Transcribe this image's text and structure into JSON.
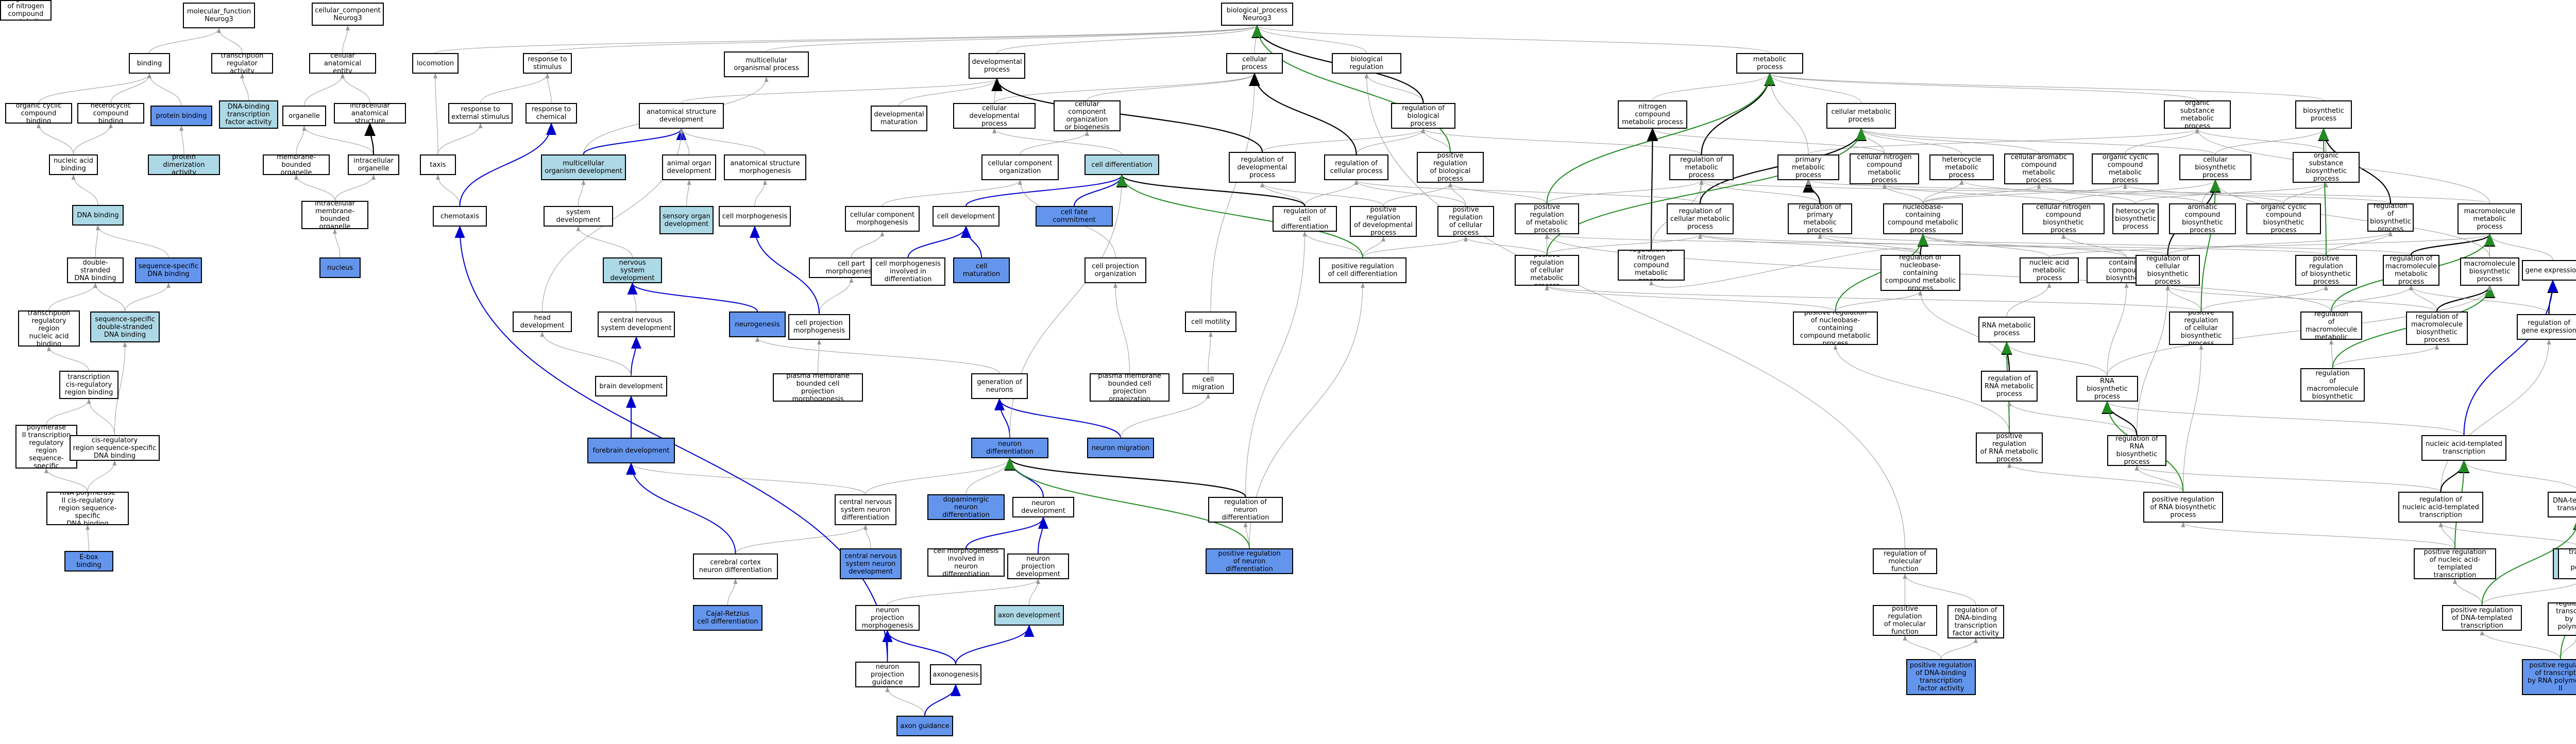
{
  "graph": {
    "colors": {
      "node_default": "#ffffff",
      "node_light": "#add8e6",
      "node_dark": "#6495ed",
      "edge_is_a": "#999999",
      "edge_part_of": "#000000",
      "edge_positive": "#228b22",
      "edge_regulates": "#0000cc"
    },
    "nodes": [
      {
        "id": "mf_root",
        "label": "molecular_function\nNeurog3",
        "fill": "default"
      },
      {
        "id": "cc_root",
        "label": "cellular_component\nNeurog3",
        "fill": "default"
      },
      {
        "id": "bp_root",
        "label": "biological_process\nNeurog3",
        "fill": "default"
      },
      {
        "id": "binding",
        "label": "binding",
        "fill": "default"
      },
      {
        "id": "tra",
        "label": "transcription\nregulator activity",
        "fill": "default"
      },
      {
        "id": "cae",
        "label": "cellular anatomical\nentity",
        "fill": "default"
      },
      {
        "id": "occb",
        "label": "organic cyclic\ncompound binding",
        "fill": "default"
      },
      {
        "id": "hcb",
        "label": "heterocyclic\ncompound binding",
        "fill": "default"
      },
      {
        "id": "protbind",
        "label": "protein binding",
        "fill": "dark"
      },
      {
        "id": "dbtfa",
        "label": "DNA-binding\ntranscription\nfactor activity",
        "fill": "light"
      },
      {
        "id": "organelle",
        "label": "organelle",
        "fill": "default"
      },
      {
        "id": "ics",
        "label": "intracellular\nanatomical structure",
        "fill": "default"
      },
      {
        "id": "nab",
        "label": "nucleic acid\nbinding",
        "fill": "default"
      },
      {
        "id": "pda",
        "label": "protein dimerization\nactivity",
        "fill": "light"
      },
      {
        "id": "mbo",
        "label": "membrane-bounded\norganelle",
        "fill": "default"
      },
      {
        "id": "io",
        "label": "intracellular\norganelle",
        "fill": "default"
      },
      {
        "id": "dnab",
        "label": "DNA binding",
        "fill": "light"
      },
      {
        "id": "imbo",
        "label": "intracellular\nmembrane-bounded\norganelle",
        "fill": "default"
      },
      {
        "id": "dsdnab",
        "label": "double-stranded\nDNA binding",
        "fill": "default"
      },
      {
        "id": "ssdnab",
        "label": "sequence-specific\nDNA binding",
        "fill": "dark"
      },
      {
        "id": "nucleus",
        "label": "nucleus",
        "fill": "dark"
      },
      {
        "id": "trnab",
        "label": "transcription\nregulatory region\nnucleic acid\nbinding",
        "fill": "default"
      },
      {
        "id": "ssdsdnab",
        "label": "sequence-specific\ndouble-stranded\nDNA binding",
        "fill": "light"
      },
      {
        "id": "tcrrb",
        "label": "transcription\ncis-regulatory\nregion binding",
        "fill": "default"
      },
      {
        "id": "rnap2",
        "label": "RNA polymerase\nII transcription\nregulatory region\nsequence-specific\nDNA binding",
        "fill": "default"
      },
      {
        "id": "crrssdb",
        "label": "cis-regulatory\nregion sequence-specific\nDNA binding",
        "fill": "default"
      },
      {
        "id": "rnap2cr",
        "label": "RNA polymerase\nII cis-regulatory\nregion sequence-specific\nDNA binding",
        "fill": "default"
      },
      {
        "id": "ebox",
        "label": "E-box binding",
        "fill": "dark"
      },
      {
        "id": "locomotion",
        "label": "locomotion",
        "fill": "default"
      },
      {
        "id": "rts",
        "label": "response to\nstimulus",
        "fill": "default"
      },
      {
        "id": "rtes",
        "label": "response to\nexternal stimulus",
        "fill": "default"
      },
      {
        "id": "rtc",
        "label": "response to\nchemical",
        "fill": "default"
      },
      {
        "id": "taxis",
        "label": "taxis",
        "fill": "default"
      },
      {
        "id": "chemotaxis",
        "label": "chemotaxis",
        "fill": "default"
      },
      {
        "id": "mop",
        "label": "multicellular\norganismal process",
        "fill": "default"
      },
      {
        "id": "asd",
        "label": "anatomical structure\ndevelopment",
        "fill": "default"
      },
      {
        "id": "mod",
        "label": "multicellular\norganism development",
        "fill": "light"
      },
      {
        "id": "aod",
        "label": "animal organ\ndevelopment",
        "fill": "default"
      },
      {
        "id": "asm",
        "label": "anatomical structure\nmorphogenesis",
        "fill": "default"
      },
      {
        "id": "sysdev",
        "label": "system development",
        "fill": "default"
      },
      {
        "id": "sod",
        "label": "sensory organ\ndevelopment",
        "fill": "light"
      },
      {
        "id": "cellmorph",
        "label": "cell morphogenesis",
        "fill": "default"
      },
      {
        "id": "nsd",
        "label": "nervous system\ndevelopment",
        "fill": "light"
      },
      {
        "id": "headdev",
        "label": "head development",
        "fill": "default"
      },
      {
        "id": "cnsd",
        "label": "central nervous\nsystem development",
        "fill": "default"
      },
      {
        "id": "neurogenesis",
        "label": "neurogenesis",
        "fill": "dark"
      },
      {
        "id": "braindev",
        "label": "brain development",
        "fill": "default"
      },
      {
        "id": "forebrain",
        "label": "forebrain development",
        "fill": "dark"
      },
      {
        "id": "devproc",
        "label": "developmental\nprocess",
        "fill": "default"
      },
      {
        "id": "devmat",
        "label": "developmental\nmaturation",
        "fill": "default"
      },
      {
        "id": "cdp",
        "label": "cellular developmental\nprocess",
        "fill": "default"
      },
      {
        "id": "ccob",
        "label": "cellular component\norganization\nor biogenesis",
        "fill": "default"
      },
      {
        "id": "cco",
        "label": "cellular component\norganization",
        "fill": "default"
      },
      {
        "id": "cellproc",
        "label": "cellular process",
        "fill": "default"
      },
      {
        "id": "celldiff",
        "label": "cell differentiation",
        "fill": "light"
      },
      {
        "id": "celldev",
        "label": "cell development",
        "fill": "default"
      },
      {
        "id": "cfc",
        "label": "cell fate commitment",
        "fill": "dark"
      },
      {
        "id": "ccm",
        "label": "cellular component\nmorphogenesis",
        "fill": "default"
      },
      {
        "id": "cpm",
        "label": "cell part morphogenesis",
        "fill": "default"
      },
      {
        "id": "cmid",
        "label": "cell morphogenesis\ninvolved in\ndifferentiation",
        "fill": "default"
      },
      {
        "id": "cellmat",
        "label": "cell maturation",
        "fill": "dark"
      },
      {
        "id": "cpo",
        "label": "cell projection\norganization",
        "fill": "default"
      },
      {
        "id": "cprojm",
        "label": "cell projection\nmorphogenesis",
        "fill": "default"
      },
      {
        "id": "pmbcpm",
        "label": "plasma membrane\nbounded cell\nprojection morphogenesis",
        "fill": "default"
      },
      {
        "id": "gon",
        "label": "generation of\nneurons",
        "fill": "default"
      },
      {
        "id": "pmbcpo",
        "label": "plasma membrane\nbounded cell\nprojection organization",
        "fill": "default"
      },
      {
        "id": "neurdiff",
        "label": "neuron differentiation",
        "fill": "dark"
      },
      {
        "id": "neurmig",
        "label": "neuron migration",
        "fill": "dark"
      },
      {
        "id": "cnsnd",
        "label": "central nervous\nsystem neuron\ndifferentiation",
        "fill": "default"
      },
      {
        "id": "dopa",
        "label": "dopaminergic\nneuron differentiation",
        "fill": "dark"
      },
      {
        "id": "neurdev",
        "label": "neuron development",
        "fill": "default"
      },
      {
        "id": "cnsnd2",
        "label": "central nervous\nsystem neuron\ndevelopment",
        "fill": "dark"
      },
      {
        "id": "cmind",
        "label": "cell morphogenesis\ninvolved in\nneuron differentiation",
        "fill": "default"
      },
      {
        "id": "npd",
        "label": "neuron projection\ndevelopment",
        "fill": "default"
      },
      {
        "id": "ccnd",
        "label": "cerebral cortex\nneuron differentiation",
        "fill": "default"
      },
      {
        "id": "cajal",
        "label": "Cajal-Retzius\ncell differentiation",
        "fill": "dark"
      },
      {
        "id": "npm",
        "label": "neuron projection\nmorphogenesis",
        "fill": "default"
      },
      {
        "id": "axondev",
        "label": "axon development",
        "fill": "light"
      },
      {
        "id": "npg",
        "label": "neuron projection\nguidance",
        "fill": "default"
      },
      {
        "id": "axonogenesis",
        "label": "axonogenesis",
        "fill": "default"
      },
      {
        "id": "axonguid",
        "label": "axon guidance",
        "fill": "dark"
      },
      {
        "id": "cellmotility",
        "label": "cell motility",
        "fill": "default"
      },
      {
        "id": "cellmig",
        "label": "cell migration",
        "fill": "default"
      },
      {
        "id": "regnd",
        "label": "regulation of\nneuron differentiation",
        "fill": "default"
      },
      {
        "id": "posregnd",
        "label": "positive regulation\nof neuron differentiation",
        "fill": "dark"
      },
      {
        "id": "bioreg",
        "label": "biological regulation",
        "fill": "default"
      },
      {
        "id": "regbp",
        "label": "regulation of\nbiological process",
        "fill": "default"
      },
      {
        "id": "regdp",
        "label": "regulation of\ndevelopmental\nprocess",
        "fill": "default"
      },
      {
        "id": "regcp",
        "label": "regulation of\ncellular process",
        "fill": "default"
      },
      {
        "id": "posregbp",
        "label": "positive regulation\nof biological\nprocess",
        "fill": "default"
      },
      {
        "id": "regcd",
        "label": "regulation of\ncell differentiation",
        "fill": "default"
      },
      {
        "id": "posregdp",
        "label": "positive regulation\nof developmental\nprocess",
        "fill": "default"
      },
      {
        "id": "posregcp",
        "label": "positive regulation\nof cellular\nprocess",
        "fill": "default"
      },
      {
        "id": "posregcd",
        "label": "positive regulation\nof cell differentiation",
        "fill": "default"
      },
      {
        "id": "metproc",
        "label": "metabolic process",
        "fill": "default"
      },
      {
        "id": "ncmp",
        "label": "nitrogen compound\nmetabolic process",
        "fill": "default"
      },
      {
        "id": "cmp",
        "label": "cellular metabolic\nprocess",
        "fill": "default"
      },
      {
        "id": "regmp",
        "label": "regulation of\nmetabolic process",
        "fill": "default"
      },
      {
        "id": "pmp",
        "label": "primary metabolic\nprocess",
        "fill": "default"
      },
      {
        "id": "cncmp",
        "label": "cellular nitrogen\ncompound metabolic\nprocess",
        "fill": "default"
      },
      {
        "id": "hmp",
        "label": "heterocycle\nmetabolic process",
        "fill": "default"
      },
      {
        "id": "cacmp",
        "label": "cellular aromatic\ncompound metabolic\nprocess",
        "fill": "default"
      },
      {
        "id": "occmp",
        "label": "organic cyclic\ncompound metabolic\nprocess",
        "fill": "default"
      },
      {
        "id": "cbp",
        "label": "cellular biosynthetic\nprocess",
        "fill": "default"
      },
      {
        "id": "osmp",
        "label": "organic substance\nmetabolic process",
        "fill": "default"
      },
      {
        "id": "biosyn",
        "label": "biosynthetic\nprocess",
        "fill": "default"
      },
      {
        "id": "osbp",
        "label": "organic substance\nbiosynthetic\nprocess",
        "fill": "default"
      },
      {
        "id": "posregmp",
        "label": "positive regulation\nof metabolic\nprocess",
        "fill": "default"
      },
      {
        "id": "regncmp",
        "label": "regulation of\nnitrogen compound\nmetabolic process",
        "fill": "default"
      },
      {
        "id": "regcmp",
        "label": "regulation of\ncellular metabolic\nprocess",
        "fill": "default"
      },
      {
        "id": "regpmp",
        "label": "regulation of\nprimary metabolic\nprocess",
        "fill": "default"
      },
      {
        "id": "nccmp",
        "label": "nucleobase-containing\ncompound metabolic\nprocess",
        "fill": "default"
      },
      {
        "id": "cncbp",
        "label": "cellular nitrogen\ncompound biosynthetic\nprocess",
        "fill": "default"
      },
      {
        "id": "hbp",
        "label": "heterocycle\nbiosynthetic\nprocess",
        "fill": "default"
      },
      {
        "id": "acbp",
        "label": "aromatic compound\nbiosynthetic\nprocess",
        "fill": "default"
      },
      {
        "id": "occbp",
        "label": "organic cyclic\ncompound biosynthetic\nprocess",
        "fill": "default"
      },
      {
        "id": "regbiosyn",
        "label": "regulation of\nbiosynthetic\nprocess",
        "fill": "default"
      },
      {
        "id": "mmp",
        "label": "macromolecule\nmetabolic process",
        "fill": "default"
      },
      {
        "id": "posregcmp",
        "label": "positive regulation\nof cellular\nmetabolic process",
        "fill": "default"
      },
      {
        "id": "posregncmp",
        "label": "positive regulation\nof nitrogen\ncompound metabolic\nprocess",
        "fill": "default"
      },
      {
        "id": "regnccmp",
        "label": "regulation of\nnucleobase-containing\ncompound metabolic\nprocess",
        "fill": "default"
      },
      {
        "id": "nammp",
        "label": "nucleic acid\nmetabolic process",
        "fill": "default"
      },
      {
        "id": "nccbp",
        "label": "nucleobase-containing\ncompound biosynthetic\nprocess",
        "fill": "default"
      },
      {
        "id": "regcbp",
        "label": "regulation of\ncellular biosynthetic\nprocess",
        "fill": "default"
      },
      {
        "id": "posregbiosyn",
        "label": "positive regulation\nof biosynthetic\nprocess",
        "fill": "default"
      },
      {
        "id": "regmmp",
        "label": "regulation of\nmacromolecule\nmetabolic process",
        "fill": "default"
      },
      {
        "id": "mbp",
        "label": "macromolecule\nbiosynthetic\nprocess",
        "fill": "default"
      },
      {
        "id": "geneexp",
        "label": "gene expression",
        "fill": "default"
      },
      {
        "id": "posregnccmp",
        "label": "positive regulation\nof nucleobase-containing\ncompound metabolic\nprocess",
        "fill": "default"
      },
      {
        "id": "posregcbp",
        "label": "positive regulation\nof cellular\nbiosynthetic\nprocess",
        "fill": "default"
      },
      {
        "id": "posregmmp",
        "label": "positive regulation\nof macromolecule\nmetabolic process",
        "fill": "default"
      },
      {
        "id": "regmbp",
        "label": "regulation of\nmacromolecule\nbiosynthetic\nprocess",
        "fill": "default"
      },
      {
        "id": "reggeneexp",
        "label": "regulation of\ngene expression",
        "fill": "default"
      },
      {
        "id": "rnamp",
        "label": "RNA metabolic\nprocess",
        "fill": "default"
      },
      {
        "id": "posregmbp",
        "label": "positive regulation\nof macromolecule\nbiosynthetic\nprocess",
        "fill": "default"
      },
      {
        "id": "regrnamp",
        "label": "regulation of\nRNA metabolic\nprocess",
        "fill": "default"
      },
      {
        "id": "rnabp",
        "label": "RNA biosynthetic\nprocess",
        "fill": "default"
      },
      {
        "id": "posregrnamp",
        "label": "positive regulation\nof RNA metabolic\nprocess",
        "fill": "default"
      },
      {
        "id": "regrnabp",
        "label": "regulation of\nRNA biosynthetic\nprocess",
        "fill": "default"
      },
      {
        "id": "natt",
        "label": "nucleic acid-templated\ntranscription",
        "fill": "default"
      },
      {
        "id": "posregrnabp",
        "label": "positive regulation\nof RNA biosynthetic\nprocess",
        "fill": "default"
      },
      {
        "id": "regnatt",
        "label": "regulation of\nnucleic acid-templated\ntranscription",
        "fill": "default"
      },
      {
        "id": "dtt",
        "label": "DNA-templated\ntranscription",
        "fill": "default"
      },
      {
        "id": "regmf",
        "label": "regulation of\nmolecular function",
        "fill": "default"
      },
      {
        "id": "posregnatt",
        "label": "positive regulation\nof nucleic acid-templated\ntranscription",
        "fill": "default"
      },
      {
        "id": "regdtt",
        "label": "regulation of\nDNA-templated\ntranscription",
        "fill": "light"
      },
      {
        "id": "trnap",
        "label": "transcription\nby RNA polymerase\nII",
        "fill": "default"
      },
      {
        "id": "posregmf",
        "label": "positive regulation\nof molecular\nfunction",
        "fill": "default"
      },
      {
        "id": "regdbtfa",
        "label": "regulation of\nDNA-binding\ntranscription\nfactor activity",
        "fill": "default"
      },
      {
        "id": "posregdtt",
        "label": "positive regulation\nof DNA-templated\ntranscription",
        "fill": "default"
      },
      {
        "id": "regtrnap",
        "label": "regulation of\ntranscription\nby RNA polymerase\nII",
        "fill": "default"
      },
      {
        "id": "posregdbtfa",
        "label": "positive regulation\nof DNA-binding\ntranscription\nfactor activity",
        "fill": "dark"
      },
      {
        "id": "posregtrnap",
        "label": "positive regulation\nof transcription\nby RNA polymerase\nII",
        "fill": "dark"
      }
    ]
  }
}
